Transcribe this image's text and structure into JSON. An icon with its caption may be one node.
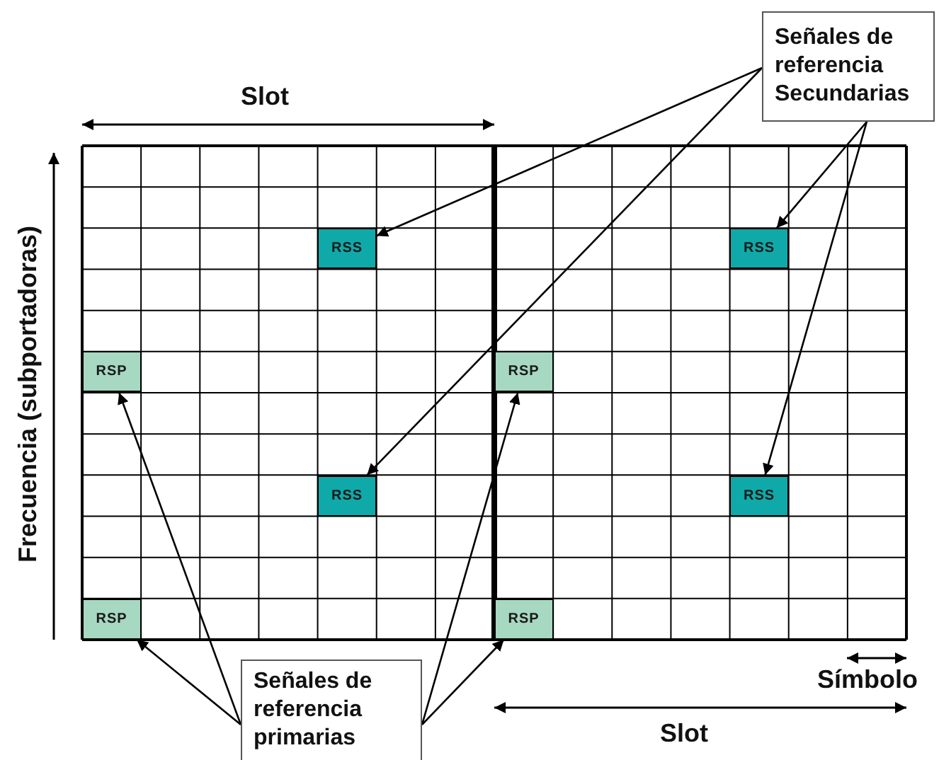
{
  "diagram": {
    "nodes": [
      {
        "text": [
          "Señales de referencia Secundarias"
        ]
      },
      {
        "text": [
          "RSS"
        ]
      },
      {
        "text": [
          "RSS"
        ]
      },
      {
        "text": [
          "RSP"
        ]
      },
      {
        "text": [
          "RSP"
        ]
      },
      {
        "text": [
          "RSS"
        ]
      },
      {
        "text": [
          "RSS"
        ]
      },
      {
        "text": [
          "RSP"
        ]
      },
      {
        "text": [
          "RSP"
        ]
      },
      {
        "text": [
          "Señales de referencia primarias"
        ]
      }
    ],
    "edges": [
      {
        "from": 0,
        "to": 1,
        "arrow": "to"
      },
      {
        "from": 0,
        "to": 5,
        "arrow": "to"
      },
      {
        "from": 0,
        "to": 2,
        "arrow": "to"
      },
      {
        "from": 0,
        "to": 6,
        "arrow": "to"
      },
      {
        "from": 9,
        "to": 3,
        "arrow": "to"
      },
      {
        "from": 9,
        "to": 7,
        "arrow": "to"
      },
      {
        "from": 9,
        "to": 4,
        "arrow": "to"
      },
      {
        "from": 9,
        "to": 8,
        "arrow": "to"
      }
    ],
    "labels": [
      "Slot",
      "Frecuencia (subportadoras)",
      "Símbolo",
      "Slot"
    ]
  }
}
